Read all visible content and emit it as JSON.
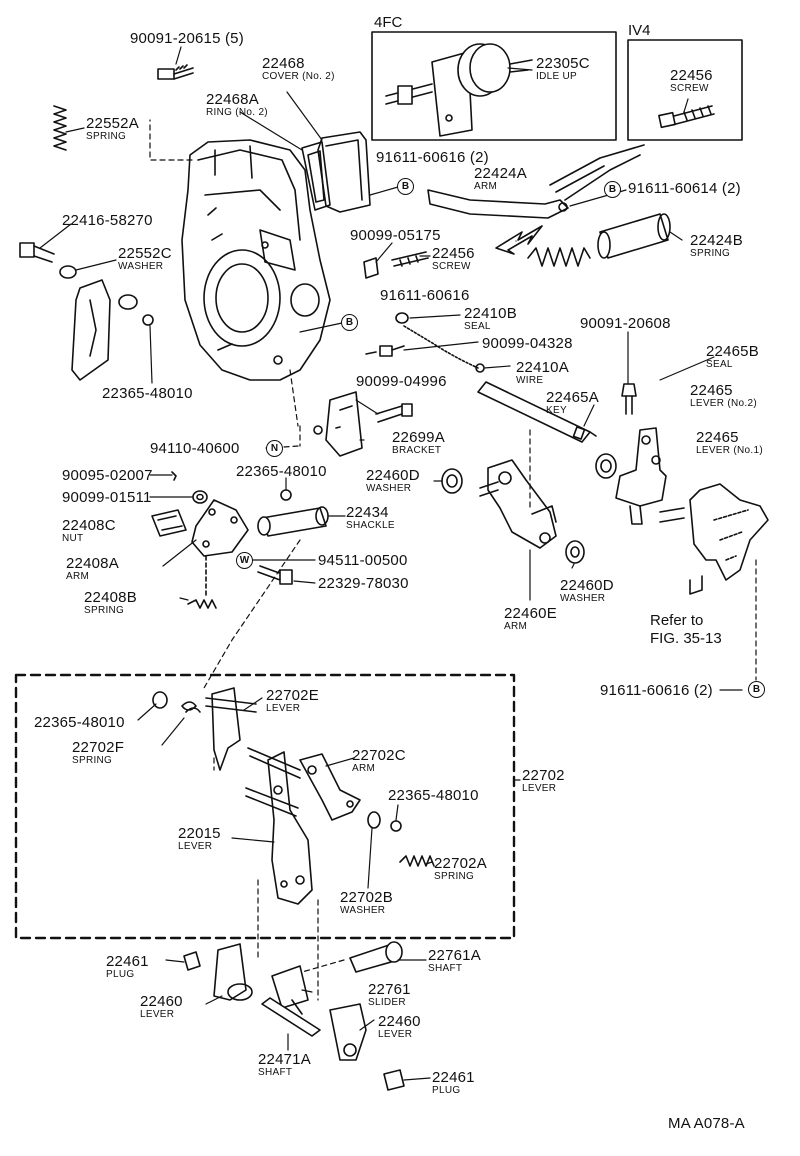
{
  "inset_boxes": {
    "left_title": "4FC",
    "right_title": "IV4"
  },
  "callout_marks": {
    "b": "B",
    "n": "N",
    "w": "W"
  },
  "labels": {
    "p90091_20615": "90091-20615 (5)",
    "p22468": "22468",
    "p22468_name": "COVER (No. 2)",
    "p22468A": "22468A",
    "p22468A_name": "RING (No. 2)",
    "p22552A": "22552A",
    "p22552A_name": "SPRING",
    "p22305C": "22305C",
    "p22305C_name": "IDLE UP",
    "p22456_iv4": "22456",
    "p22456_iv4_name": "SCREW",
    "p91611_60616_top": "91611-60616 (2)",
    "p22424A": "22424A",
    "p22424A_name": "ARM",
    "p91611_60614": "91611-60614 (2)",
    "p22416_58270": "22416-58270",
    "p22552C": "22552C",
    "p22552C_name": "WASHER",
    "p90099_05175": "90099-05175",
    "p22456": "22456",
    "p22456_name": "SCREW",
    "p22424B": "22424B",
    "p22424B_name": "SPRING",
    "p91611_60616_mid": "91611-60616",
    "p22410B": "22410B",
    "p22410B_name": "SEAL",
    "p90091_20608": "90091-20608",
    "p90099_04328": "90099-04328",
    "p22465B": "22465B",
    "p22465B_name": "SEAL",
    "p22365_48010_left": "22365-48010",
    "p22410A": "22410A",
    "p22410A_name": "WIRE",
    "p90099_04996": "90099-04996",
    "p22465_no2": "22465",
    "p22465_no2_name": "LEVER (No.2)",
    "p22465A": "22465A",
    "p22465A_name": "KEY",
    "p94110_40600": "94110-40600",
    "p22699A": "22699A",
    "p22699A_name": "BRACKET",
    "p22465_no1": "22465",
    "p22465_no1_name": "LEVER (No.1)",
    "p90095_02007": "90095-02007",
    "p22365_48010_mid": "22365-48010",
    "p22460D_top": "22460D",
    "p22460D_top_name": "WASHER",
    "p90099_01511": "90099-01511",
    "p22408C": "22408C",
    "p22408C_name": "NUT",
    "p22434": "22434",
    "p22434_name": "SHACKLE",
    "p22408A": "22408A",
    "p22408A_name": "ARM",
    "p94511_00500": "94511-00500",
    "p22329_78030": "22329-78030",
    "p22408B": "22408B",
    "p22408B_name": "SPRING",
    "p22460D_bot": "22460D",
    "p22460D_bot_name": "WASHER",
    "p22460E": "22460E",
    "p22460E_name": "ARM",
    "refer_line1": "Refer to",
    "refer_line2": "FIG. 35-13",
    "p91611_60616_bot": "91611-60616 (2)",
    "p22702E": "22702E",
    "p22702E_name": "LEVER",
    "p22365_48010_box1": "22365-48010",
    "p22702F": "22702F",
    "p22702F_name": "SPRING",
    "p22702C": "22702C",
    "p22702C_name": "ARM",
    "p22702": "22702",
    "p22702_name": "LEVER",
    "p22365_48010_box2": "22365-48010",
    "p22015": "22015",
    "p22015_name": "LEVER",
    "p22702A": "22702A",
    "p22702A_name": "SPRING",
    "p22702B": "22702B",
    "p22702B_name": "WASHER",
    "p22461_top": "22461",
    "p22461_top_name": "PLUG",
    "p22761A": "22761A",
    "p22761A_name": "SHAFT",
    "p22460_left": "22460",
    "p22460_left_name": "LEVER",
    "p22761": "22761",
    "p22761_name": "SLIDER",
    "p22460_right": "22460",
    "p22460_right_name": "LEVER",
    "p22471A": "22471A",
    "p22471A_name": "SHAFT",
    "p22461_bot": "22461",
    "p22461_bot_name": "PLUG",
    "figure_code": "MA A078-A"
  }
}
